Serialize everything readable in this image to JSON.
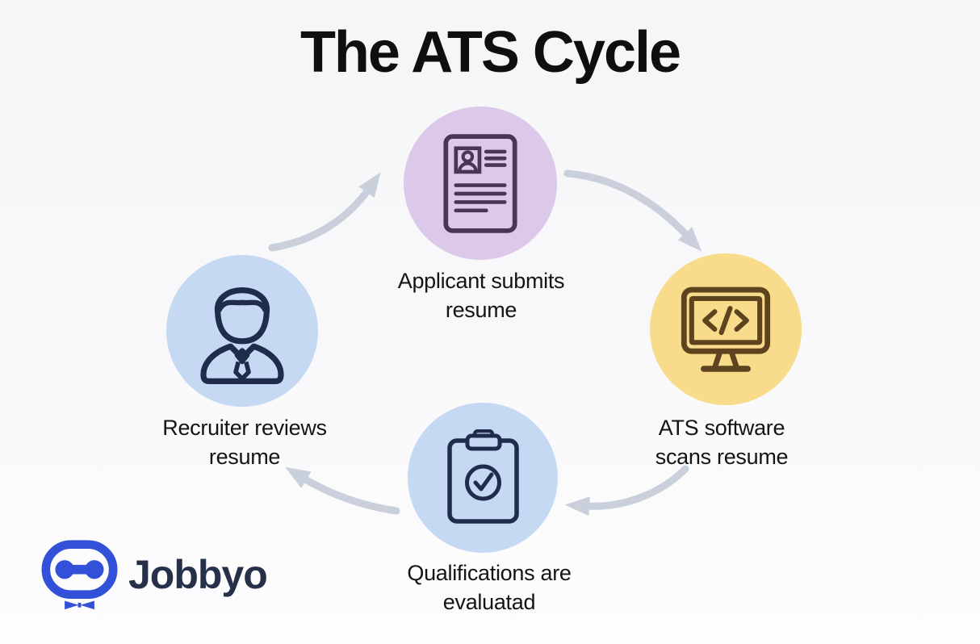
{
  "title": "The ATS Cycle",
  "diagram": {
    "arrow_color": "#c9cfdb",
    "steps": [
      {
        "id": "applicant-submits",
        "label": "Applicant submits\nresume",
        "icon": "resume-icon",
        "circle_color": "#dcc9e9",
        "icon_color": "#4b3457",
        "position": "top"
      },
      {
        "id": "ats-scans",
        "label": "ATS software\nscans resume",
        "icon": "monitor-code-icon",
        "circle_color": "#f8dc8b",
        "icon_color": "#5e441e",
        "position": "right"
      },
      {
        "id": "qualifications-evaluated",
        "label": "Qualifications are\nevaluatad",
        "icon": "clipboard-check-icon",
        "circle_color": "#c6d9f3",
        "icon_color": "#1f2d4a",
        "position": "bottom"
      },
      {
        "id": "recruiter-reviews",
        "label": "Recruiter reviews\nresume",
        "icon": "businessman-icon",
        "circle_color": "#c6d9f3",
        "icon_color": "#1f2d4a",
        "position": "left"
      }
    ]
  },
  "branding": {
    "logo_text": "Jobbyo",
    "logo_icon": "robot-head-icon",
    "logo_color": "#3351d8",
    "text_color": "#273049"
  }
}
